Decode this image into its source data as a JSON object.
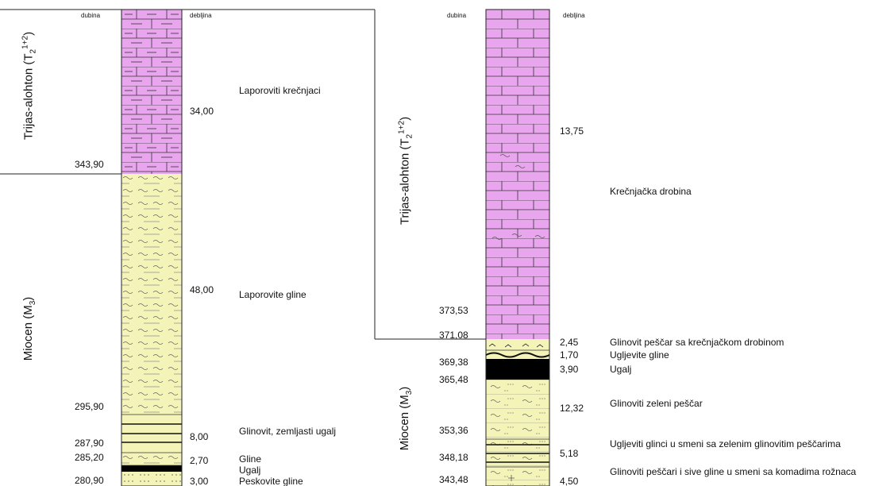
{
  "colors": {
    "triassic_fill": "#e9a6ee",
    "miocene_fill": "#f4f4b9",
    "coal_fill": "#000000",
    "line": "#222222"
  },
  "header": {
    "depth_label": "dubina",
    "thickness_label": "debljina"
  },
  "left_column": {
    "eras": [
      {
        "name": "Trijas-alohton (T",
        "sub": "2",
        "sup": "1+2",
        "close": ")"
      },
      {
        "name": "Miocen (M",
        "sub": "3",
        "close": ")"
      }
    ],
    "depths": [
      "343,90",
      "295,90",
      "287,90",
      "285,20",
      "280,90"
    ],
    "thicknesses": [
      "34,00",
      "48,00",
      "8,00",
      "2,70",
      "3,00"
    ],
    "layers": [
      "Laporoviti krečnjaci",
      "Laporovite gline",
      "Glinovit, zemljasti ugalj",
      "Gline",
      "Ugalj",
      "Peskovite gline"
    ]
  },
  "right_column": {
    "eras": [
      {
        "name": "Trijas-alohton (T",
        "sub": "2",
        "sup": "1+2",
        "close": ")"
      },
      {
        "name": "Miocen (M",
        "sub": "3",
        "close": ")"
      }
    ],
    "depths": [
      "373,53",
      "371,08",
      "369,38",
      "365,48",
      "353,36",
      "348,18",
      "343,48"
    ],
    "thicknesses": [
      "13,75",
      "2,45",
      "1,70",
      "3,90",
      "12,32",
      "5,18",
      "4,50"
    ],
    "layers": [
      "Krečnjačka drobina",
      "Glinovit peščar sa krečnjačkom drobinom",
      "Ugljevite gline",
      "Ugalj",
      "Glinoviti zeleni peščar",
      "Ugljeviti glinci u smeni sa zelenim glinovitim peščarima",
      "Glinoviti peščari i sive gline u smeni sa komadima rožnaca"
    ]
  }
}
